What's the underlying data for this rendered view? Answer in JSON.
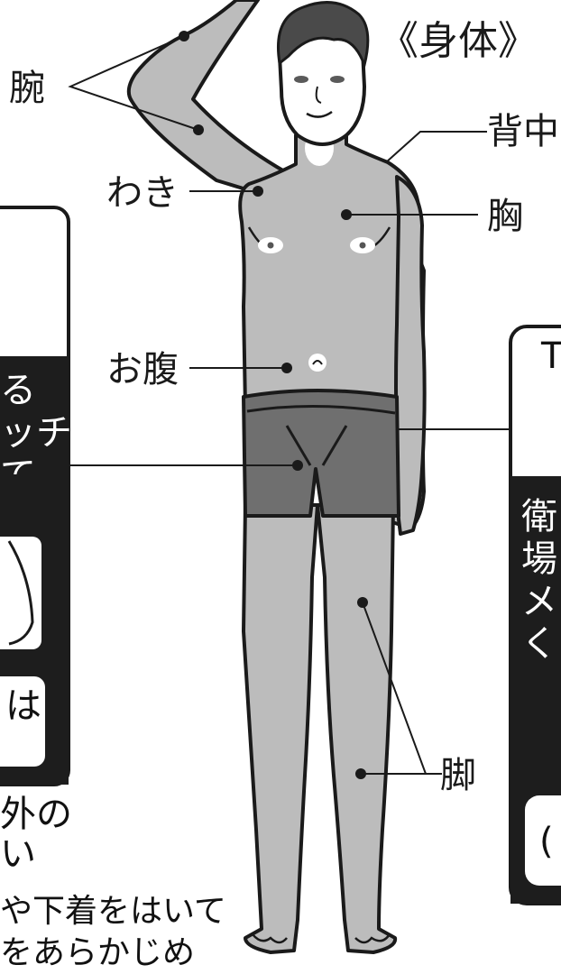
{
  "title": "《身体》",
  "labels": {
    "arm": "腕",
    "back": "背中",
    "armpit": "わき",
    "chest": "胸",
    "belly": "お腹",
    "leg": "脚"
  },
  "left_panel": {
    "dark_lines": [
      "る",
      "ッチ",
      "て"
    ],
    "bubble_text": "は",
    "footer_lines": [
      "外の",
      "い"
    ],
    "bottom_lines": [
      "や下着をはいて",
      "をあらかじめ"
    ]
  },
  "right_panel": {
    "top_char": "T",
    "dark_lines": [
      "衛",
      "場",
      "メ",
      "く"
    ],
    "bottom_glyph": "("
  },
  "colors": {
    "body_fill": "#bcbcbc",
    "shorts_fill": "#6f6f6f",
    "outline": "#1a1a1a",
    "panel_dark": "#1d1d1d"
  }
}
